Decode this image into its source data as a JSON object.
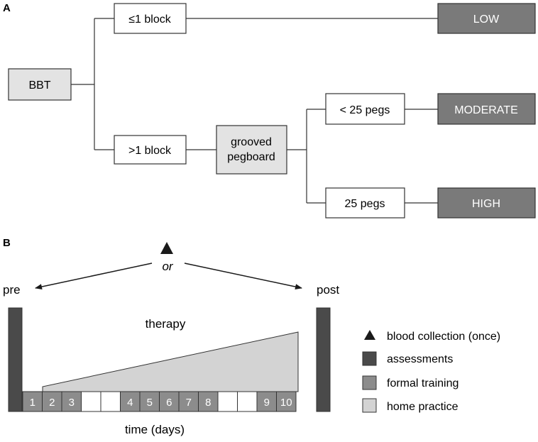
{
  "panel_a": {
    "letter": "A",
    "root": "BBT",
    "branch_le1": "≤1 block",
    "branch_gt1": ">1 block",
    "test2": [
      "grooved",
      "pegboard"
    ],
    "branch_lt25": "< 25 pegs",
    "branch_25": "25 pegs",
    "outcome_low": "LOW",
    "outcome_moderate": "MODERATE",
    "outcome_high": "HIGH"
  },
  "panel_b": {
    "letter": "B",
    "or": "or",
    "pre": "pre",
    "post": "post",
    "therapy": "therapy",
    "time": "time (days)",
    "days": [
      {
        "label": "1",
        "type": "training"
      },
      {
        "label": "2",
        "type": "training"
      },
      {
        "label": "3",
        "type": "training"
      },
      {
        "label": "",
        "type": "rest"
      },
      {
        "label": "",
        "type": "rest"
      },
      {
        "label": "4",
        "type": "training"
      },
      {
        "label": "5",
        "type": "training"
      },
      {
        "label": "6",
        "type": "training"
      },
      {
        "label": "7",
        "type": "training"
      },
      {
        "label": "8",
        "type": "training"
      },
      {
        "label": "",
        "type": "rest"
      },
      {
        "label": "",
        "type": "rest"
      },
      {
        "label": "9",
        "type": "training"
      },
      {
        "label": "10",
        "type": "training"
      }
    ],
    "legend": [
      {
        "label": "blood collection (once)",
        "icon": "triangle-icon"
      },
      {
        "label": "assessments",
        "color": "#4a4a4a"
      },
      {
        "label": "formal training",
        "color": "#8c8c8c"
      },
      {
        "label": "home practice",
        "color": "#d3d3d3"
      }
    ]
  },
  "colors": {
    "box_light": "#e3e3e3",
    "box_white": "#ffffff",
    "outcome_dark": "#7a7a7a",
    "assessment": "#4a4a4a",
    "training": "#8c8c8c",
    "home": "#d3d3d3",
    "line": "#333333"
  }
}
